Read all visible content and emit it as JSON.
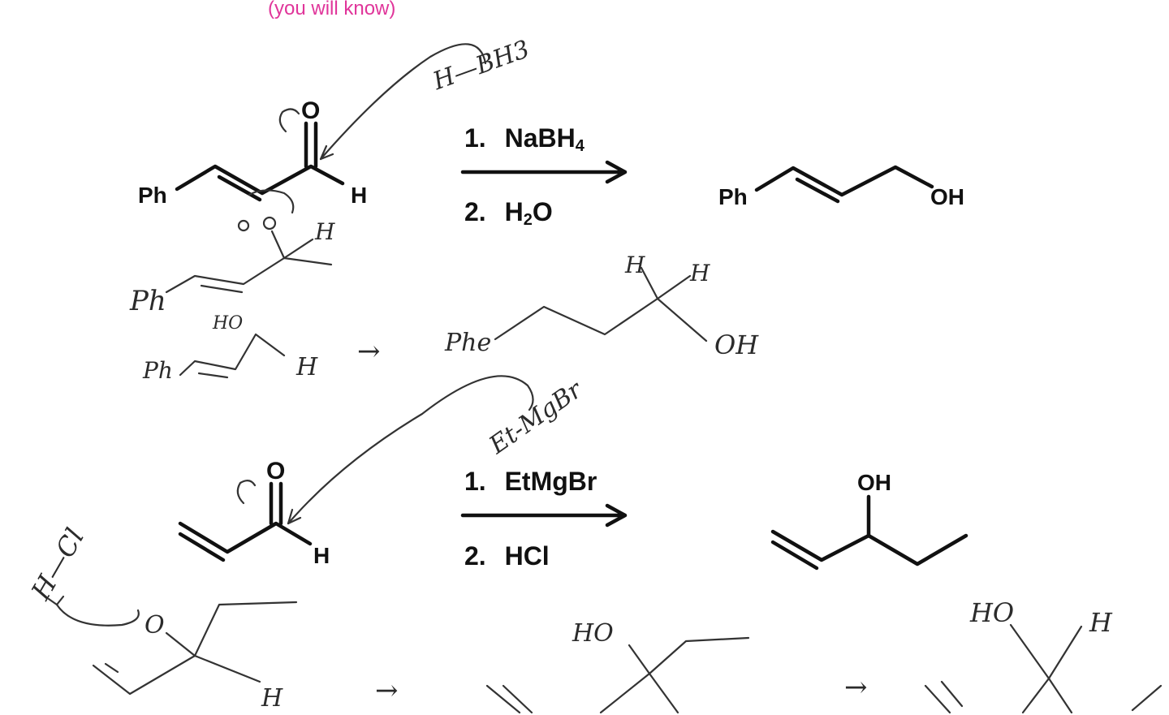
{
  "header": {
    "note": "(you will know)",
    "note_color": "#e0359a"
  },
  "reaction1": {
    "reactant": {
      "ph": "Ph",
      "o": "O",
      "h": "H"
    },
    "step1_num": "1.",
    "step1_reagent": "NaBH4",
    "step1_base": "NaBH",
    "step1_sub": "4",
    "step2_num": "2.",
    "step2_reagent": "H2O",
    "step2_h": "H",
    "step2_sub": "2",
    "step2_o": "O",
    "product": {
      "ph": "Ph",
      "oh": "OH"
    }
  },
  "reaction2": {
    "reactant": {
      "o": "O",
      "h": "H"
    },
    "step1_num": "1.",
    "step1_reagent": "EtMgBr",
    "step2_num": "2.",
    "step2_reagent": "HCl",
    "product": {
      "oh": "OH"
    }
  },
  "annotations": {
    "hbh3": "H—BH3",
    "ph_1": "Ph",
    "ph_2": "Ph",
    "ph_3": "Phe",
    "h_1": "H",
    "h_2": "H",
    "h_3": "H",
    "h_4": "H",
    "oh_1": "OH",
    "ho_1": "HO",
    "ho_2": "HO",
    "ho_3": "HO",
    "o_1": "O",
    "et_mgbr": "Et-MgBr",
    "h_cl": "H—Cl",
    "arrow_1": "→",
    "arrow_2": "→",
    "arrow_3": "→"
  },
  "colors": {
    "structure": "#111111",
    "handwriting": "#333333",
    "note": "#e0359a"
  }
}
